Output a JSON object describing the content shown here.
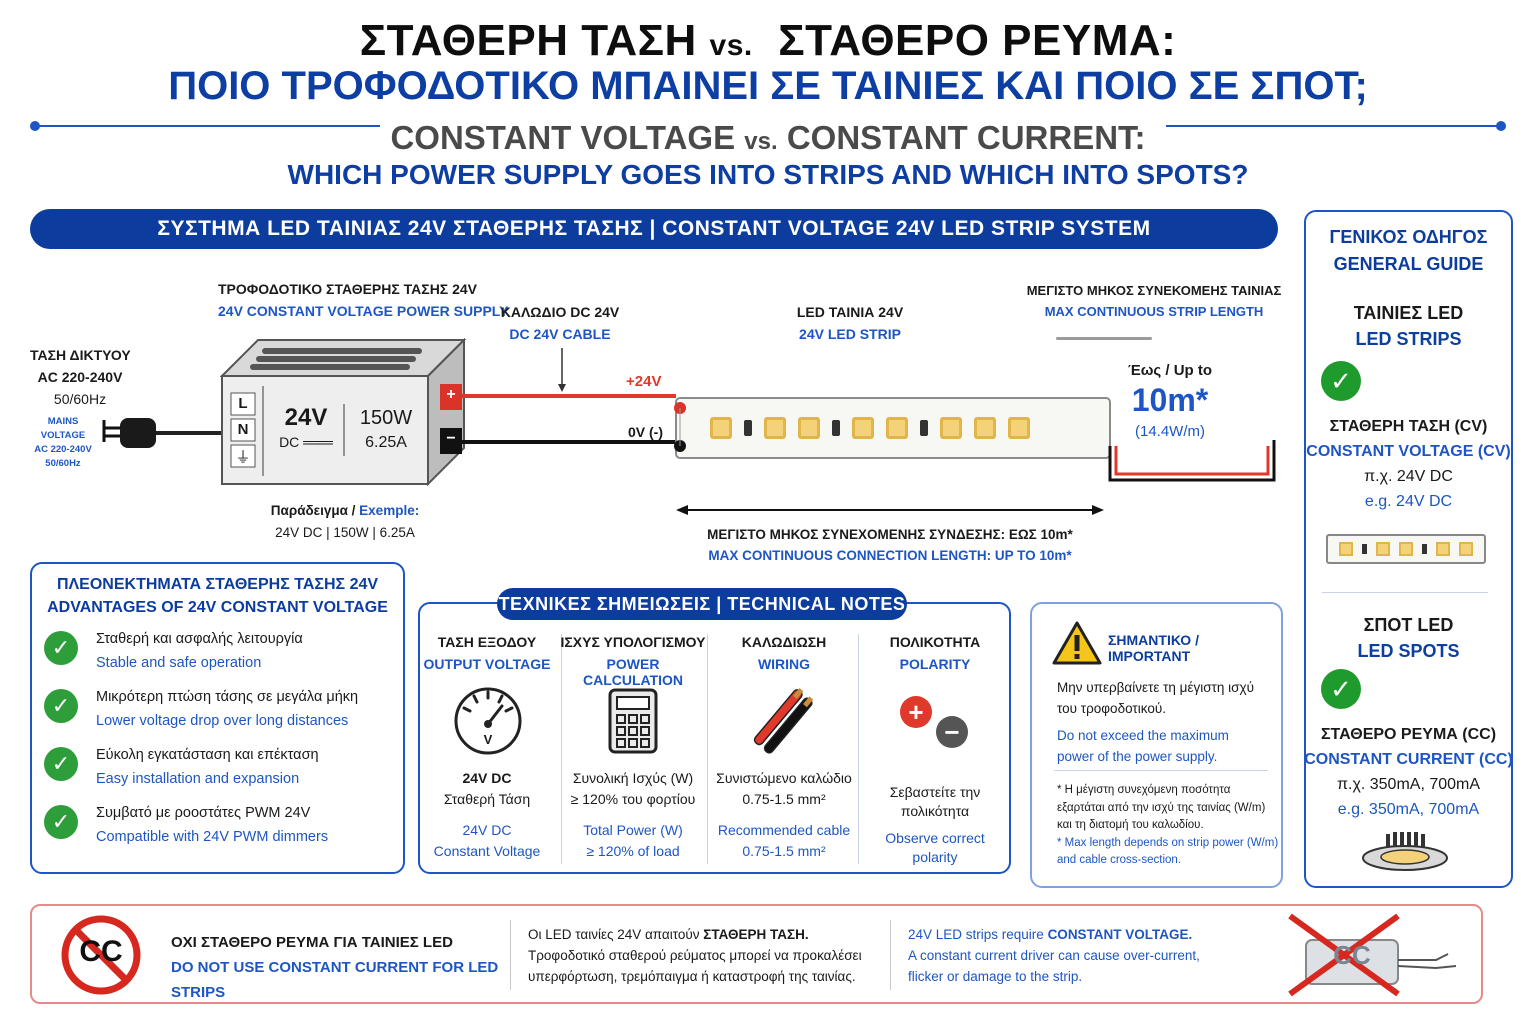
{
  "header": {
    "title_gr_a": "ΣΤΑΘΕΡΗ ΤΑΣΗ",
    "title_vs": "vs.",
    "title_gr_b": "ΣΤΑΘΕΡΟ ΡΕΥΜΑ:",
    "subtitle_gr": "ΠΟΙΟ ΤΡΟΦΟΔΟΤΙΚΟ ΜΠΑΙΝΕΙ ΣΕ ΤΑΙΝΙΕΣ ΚΑΙ ΠΟΙΟ ΣΕ ΣΠΟΤ;",
    "title_en_a": "CONSTANT VOLTAGE",
    "title_en_b": "CONSTANT CURRENT:",
    "subtitle_en": "WHICH POWER SUPPLY GOES INTO STRIPS AND WHICH INTO SPOTS?"
  },
  "banner": "ΣΥΣΤΗΜΑ LED ΤΑΙΝΙΑΣ 24V ΣΤΑΘΕΡΗΣ ΤΑΣΗΣ  |  CONSTANT VOLTAGE 24V LED STRIP SYSTEM",
  "diagram": {
    "mains_gr_1": "ΤΑΣΗ ΔΙΚΤΥΟΥ",
    "mains_gr_2": "AC 220-240V",
    "mains_gr_3": "50/60Hz",
    "mains_en_1": "MAINS VOLTAGE",
    "mains_en_2": "AC 220-240V",
    "mains_en_3": "50/60Hz",
    "psu_gr": "ΤΡΟΦΟΔΟΤΙΚΟ ΣΤΑΘΕΡΗΣ ΤΑΣΗΣ 24V",
    "psu_en": "24V CONSTANT VOLTAGE POWER SUPPLY",
    "psu_volt": "24V",
    "psu_dc": "DC ═══",
    "psu_watt": "150W",
    "psu_amp": "6.25A",
    "terminal_l": "L",
    "terminal_n": "N",
    "terminal_pe": "⏚",
    "plus": "+",
    "minus": "−",
    "example_gr": "Παράδειγμα / ",
    "example_en": "Exemple:",
    "example_values": "24V DC | 150W | 6.25A",
    "cable_gr": "ΚΑΛΩΔΙΟ DC 24V",
    "cable_en": "DC 24V CABLE",
    "plus24": "+24V",
    "zero_v": "0V (-)",
    "strip_gr": "LED ΤΑΙΝΙΑ 24V",
    "strip_en": "24V LED STRIP",
    "max_gr": "ΜΕΓΙΣΤΟ ΜΗΚΟΣ ΣΥΝΕΚΟΜΕΗΣ ΤΑΙΝΙΑΣ",
    "max_en": "MAX CONTINUOUS STRIP LENGTH",
    "upto": "Έως / Up to",
    "length": "10m*",
    "power_per_m": "(14.4W/m)",
    "conn_gr": "ΜΕΓΙΣΤΟ ΜΗΚΟΣ ΣΥΝΕΧΟΜΕΝΗΣ ΣΥΝΔΕΣΗΣ: ΕΩΣ 10m*",
    "conn_en": "MAX CONTINUOUS CONNECTION LENGTH: UP TO 10m*"
  },
  "advantages": {
    "title_gr": "ΠΛΕΟΝΕΚΤΗΜΑΤΑ ΣΤΑΘΕΡΗΣ ΤΑΣΗΣ 24V",
    "title_en": "ADVANTAGES OF 24V CONSTANT VOLTAGE",
    "items": [
      {
        "gr": "Σταθερή και ασφαλής λειτουργία",
        "en": "Stable and safe operation"
      },
      {
        "gr": "Μικρότερη πτώση τάσης σε μεγάλα μήκη",
        "en": "Lower voltage drop over long distances"
      },
      {
        "gr": "Εύκολη εγκατάσταση και επέκταση",
        "en": "Easy installation and expansion"
      },
      {
        "gr": "Συμβατό με ροοστάτες PWM 24V",
        "en": "Compatible with 24V PWM dimmers"
      }
    ]
  },
  "tech": {
    "title": "ΤΕΧΝΙΚΕΣ ΣΗΜΕΙΩΣΕΙΣ  |  TECHNICAL NOTES",
    "cols": [
      {
        "hd_gr": "ΤΑΣΗ ΕΞΟΔΟΥ",
        "hd_en": "OUTPUT VOLTAGE",
        "l1": "24V DC",
        "l2": "Σταθερή Τάση",
        "e1": "24V DC",
        "e2": "Constant Voltage"
      },
      {
        "hd_gr": "ΙΣΧΥΣ ΥΠΟΛΟΓΙΣΜΟΥ",
        "hd_en": "POWER CALCULATION",
        "l1": "Συνολική Ισχύς (W)",
        "l2": "≥ 120% του φορτίου",
        "e1": "Total Power (W)",
        "e2": "≥ 120% of load"
      },
      {
        "hd_gr": "ΚΑΛΩΔΙΩΣΗ",
        "hd_en": "WIRING",
        "l1": "Συνιστώμενο καλώδιο",
        "l2": "0.75-1.5 mm²",
        "e1": "Recommended cable",
        "e2": "0.75-1.5 mm²"
      },
      {
        "hd_gr": "ΠΟΛΙΚΟΤΗΤΑ",
        "hd_en": "POLARITY",
        "l1": "Σεβαστείτε την",
        "l2": "πολικότητα",
        "e1": "Observe correct",
        "e2": "polarity"
      }
    ],
    "gauge_label": "V"
  },
  "important": {
    "title": "ΣΗΜΑΝΤΙΚΟ / IMPORTANT",
    "gr_1": "Μην υπερβαίνετε τη μέγιστη ισχύ",
    "gr_2": "του τροφοδοτικού.",
    "en_1": "Do not exceed the maximum",
    "en_2": "power of the power supply.",
    "note_gr_1": "* Η μέγιστη συνεχόμενη ποσότητα",
    "note_gr_2": "εξαρτάται από την ισχύ της ταινίας (W/m)",
    "note_gr_3": "και τη διατομή του καλωδίου.",
    "note_en_1": "* Max length depends on strip power (W/m)",
    "note_en_2": "and cable cross-section."
  },
  "guide": {
    "title_gr": "ΓΕΝΙΚΟΣ ΟΔΗΓΟΣ",
    "title_en": "GENERAL GUIDE",
    "strips_gr": "ΤΑΙΝΙΕΣ LED",
    "strips_en": "LED STRIPS",
    "cv_gr": "ΣΤΑΘΕΡΗ ΤΑΣΗ (CV)",
    "cv_en": "CONSTANT VOLTAGE (CV)",
    "cv_ex_gr": "π.χ. 24V DC",
    "cv_ex_en": "e.g. 24V DC",
    "spots_gr": "ΣΠΟΤ LED",
    "spots_en": "LED SPOTS",
    "cc_gr": "ΣΤΑΘΕΡΟ ΡΕΥΜΑ (CC)",
    "cc_en": "CONSTANT CURRENT (CC)",
    "cc_ex_gr": "π.χ. 350mA, 700mA",
    "cc_ex_en": "e.g. 350mA, 700mA"
  },
  "warning": {
    "badge": "CC",
    "title_gr": "ΟΧΙ ΣΤΑΘΕΡΟ ΡΕΥΜΑ ΓΙΑ ΤΑΙΝΙΕΣ LED",
    "title_en": "DO NOT USE CONSTANT CURRENT FOR LED STRIPS",
    "gr_1a": "Οι LED ταινίες 24V απαιτούν ",
    "gr_1b": "ΣΤΑΘΕΡΗ ΤΑΣΗ.",
    "gr_2": "Τροφοδοτικό σταθερού ρεύματος μπορεί να προκαλέσει",
    "gr_3": "υπερφόρτωση, τρεμόπαιγμα ή καταστροφή της ταινίας.",
    "en_1a": "24V LED strips require ",
    "en_1b": "CONSTANT VOLTAGE.",
    "en_2": "A constant current driver can cause over-current,",
    "en_3": "flicker or damage to the strip.",
    "driver_label": "CC"
  },
  "colors": {
    "navy": "#0c3d9e",
    "blue": "#1d56c4",
    "red_wire": "#e0392b",
    "green_check": "#2e9e3a"
  }
}
